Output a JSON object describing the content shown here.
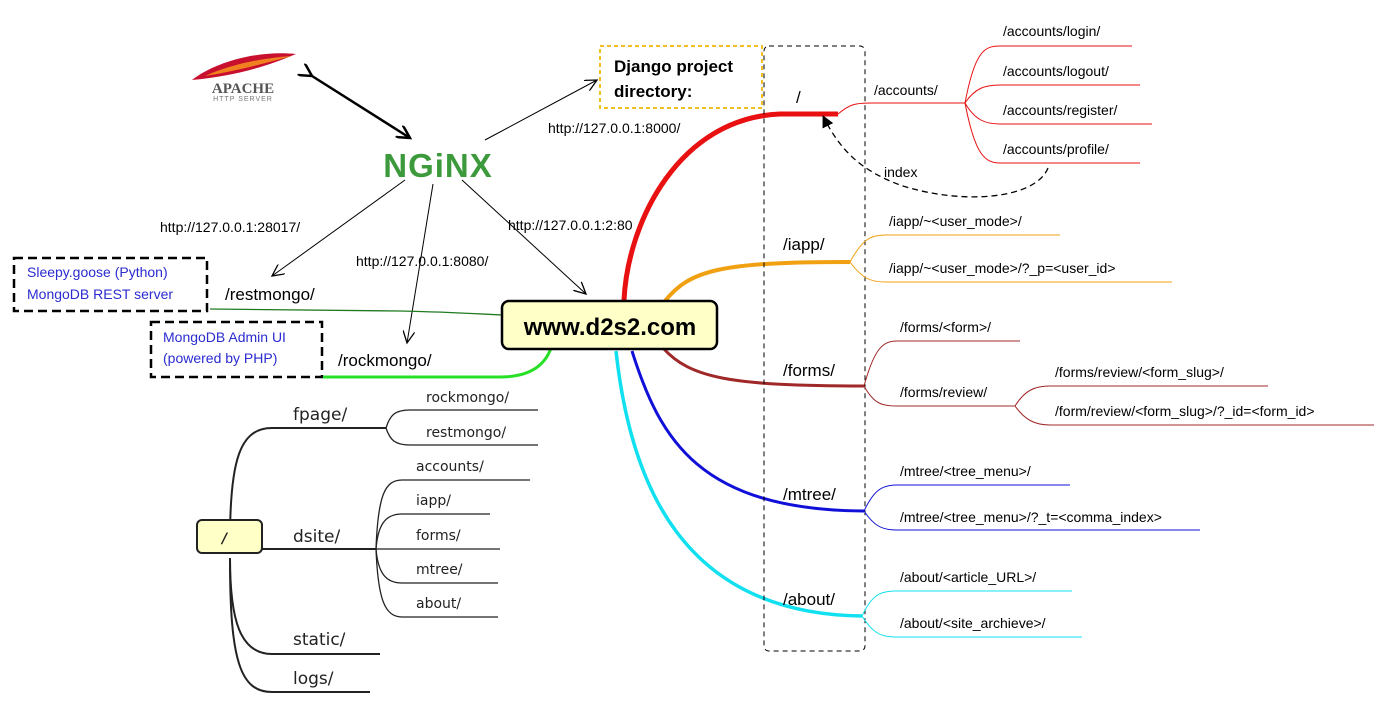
{
  "logos": {
    "apache": {
      "line1": "APACHE",
      "line2": "HTTP SERVER"
    },
    "nginx": "NGiNX"
  },
  "django_box": {
    "line1": "Django project",
    "line2": "directory:"
  },
  "server_urls": {
    "django": "http://127.0.0.1:8000/",
    "sleepy": "http://127.0.0.1:28017/",
    "rock": "http://127.0.0.1:8080/",
    "d2s2": "http://127.0.0.1:2:80"
  },
  "sleepy_box": {
    "line1": "Sleepy.goose (Python)",
    "line2": "MongoDB REST server"
  },
  "admin_box": {
    "line1": "MongoDB Admin UI",
    "line2": "(powered by PHP)"
  },
  "center_label": "www.d2s2.com",
  "left_routes": {
    "restmongo": "/restmongo/",
    "rockmongo": "/rockmongo/"
  },
  "main_routes": {
    "root": {
      "label": "/",
      "accounts": "/accounts/",
      "children": [
        "/accounts/login/",
        "/accounts/logout/",
        "/accounts/register/",
        "/accounts/profile/"
      ],
      "index_label": "index"
    },
    "iapp": {
      "label": "/iapp/",
      "children": [
        "/iapp/~<user_mode>/",
        "/iapp/~<user_mode>/?_p=<user_id>"
      ]
    },
    "forms": {
      "label": "/forms/",
      "children": [
        "/forms/<form>/",
        "/forms/review/"
      ],
      "review_children": [
        "/forms/review/<form_slug>/",
        "/form/review/<form_slug>/?_id=<form_id>"
      ]
    },
    "mtree": {
      "label": "/mtree/",
      "children": [
        "/mtree/<tree_menu>/",
        "/mtree/<tree_menu>/?_t=<comma_index>"
      ]
    },
    "about": {
      "label": "/about/",
      "children": [
        "/about/<article_URL>/",
        "/about/<site_archieve>/"
      ]
    }
  },
  "filesystem": {
    "root": "/",
    "fpage": {
      "label": "fpage/",
      "children": [
        "rockmongo/",
        "restmongo/"
      ]
    },
    "dsite": {
      "label": "dsite/",
      "children": [
        "accounts/",
        "iapp/",
        "forms/",
        "mtree/",
        "about/"
      ]
    },
    "static": "static/",
    "logs": "logs/"
  },
  "colors": {
    "root": "#e81010",
    "iapp": "#f0a010",
    "forms": "#a02828",
    "mtree": "#1010d8",
    "about": "#10e0f0",
    "restmongo": "#207a20",
    "rockmongo": "#28e028",
    "nginx": "#3c9a3c",
    "center_fill": "#ffffc8",
    "django_border": "#f0c020",
    "link_text": "#2b2bd0",
    "apache_feather": "#c8102e"
  }
}
